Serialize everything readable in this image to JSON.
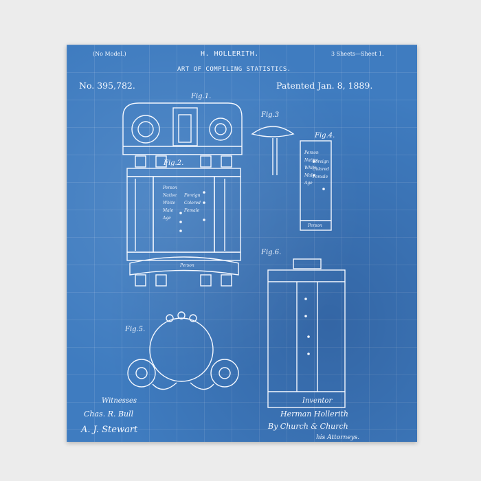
{
  "header": {
    "model": "(No Model.)",
    "inventor": "H. HOLLERITH.",
    "sheets": "3 Sheets—Sheet 1.",
    "title": "ART OF COMPILING STATISTICS.",
    "number": "No. 395,782.",
    "patented": "Patented Jan. 8, 1889."
  },
  "figures": {
    "fig1": "Fig.1.",
    "fig2": "Fig.2.",
    "fig3": "Fig.3",
    "fig4": "Fig.4.",
    "fig5": "Fig.5.",
    "fig6": "Fig.6."
  },
  "card_labels": {
    "fig2_left": [
      "Person",
      "Native",
      "White",
      "Male",
      "Age"
    ],
    "fig2_right": [
      "Foreign",
      "Colored",
      "Female"
    ],
    "fig2_bottom": "Person",
    "fig4_left": [
      "Person",
      "Native",
      "White",
      "Male",
      "Age"
    ],
    "fig4_right": [
      "Foreign",
      "Colored",
      "Female"
    ],
    "fig4_bottom": "Person"
  },
  "footer": {
    "witnesses_label": "Witnesses",
    "witness1": "Chas. R. Bull",
    "witness2": "A. J. Stewart",
    "inventor_label": "Inventor",
    "inventor_sig": "Herman Hollerith",
    "attorneys_sig": "By Church & Church",
    "attorneys_label": "his Attorneys."
  },
  "colors": {
    "blueprint": "#3f7cc0",
    "ink": "#f4f8ff",
    "background": "#ececec"
  }
}
